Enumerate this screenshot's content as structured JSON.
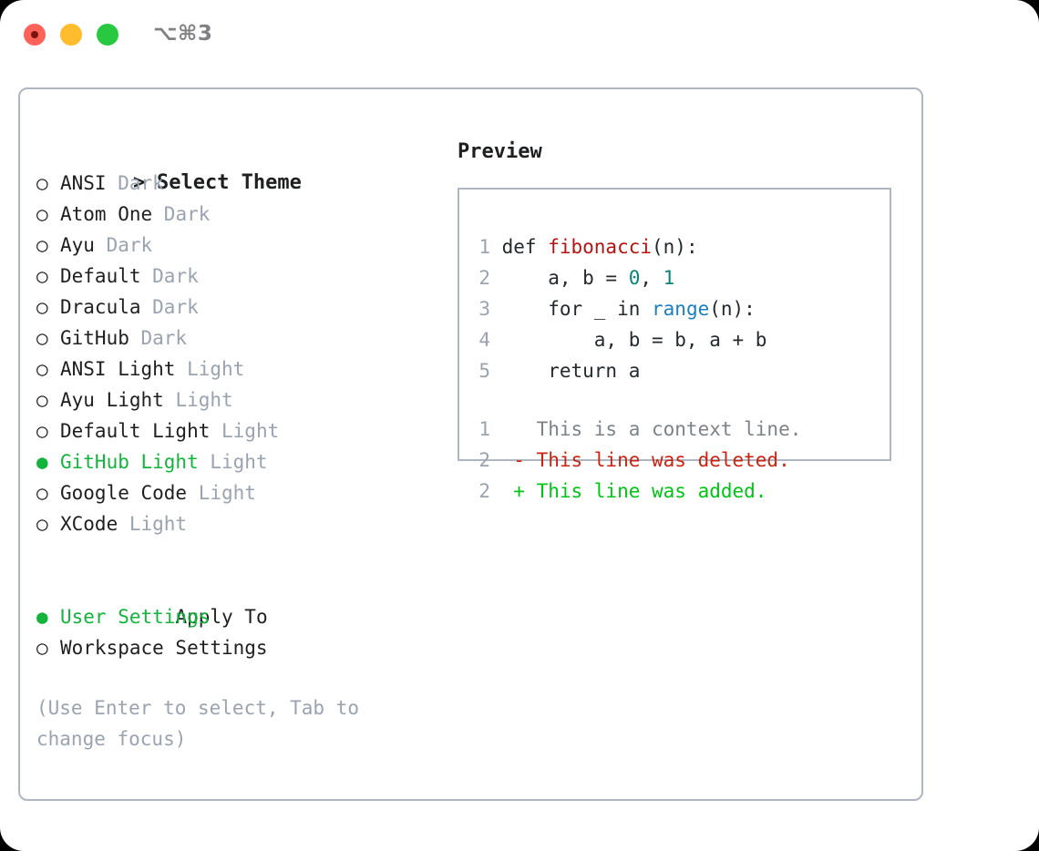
{
  "window": {
    "title_shortcut": "⌥⌘3",
    "traffic_lights": [
      "close-dot",
      "minimize-dot",
      "maximize-dot"
    ]
  },
  "colors": {
    "panel_border": "#aeb6c2",
    "accent_green": "#13b43c",
    "muted_tag": "#9aa3b0",
    "text": "#1d1f21",
    "diff_add": "#00c415",
    "diff_del": "#cc2211",
    "diff_ctx": "#7d8288",
    "syntax_function": "#b31412",
    "syntax_number": "#0b8476",
    "syntax_call": "#1a7fc1",
    "line_number": "#9aa3b0"
  },
  "left": {
    "header": {
      "marker": ">",
      "label": "Select Theme"
    },
    "themes": [
      {
        "marker": "○",
        "name": "ANSI",
        "tag": "Dark",
        "selected": false
      },
      {
        "marker": "○",
        "name": "Atom One",
        "tag": "Dark",
        "selected": false
      },
      {
        "marker": "○",
        "name": "Ayu",
        "tag": "Dark",
        "selected": false
      },
      {
        "marker": "○",
        "name": "Default",
        "tag": "Dark",
        "selected": false
      },
      {
        "marker": "○",
        "name": "Dracula",
        "tag": "Dark",
        "selected": false
      },
      {
        "marker": "○",
        "name": "GitHub",
        "tag": "Dark",
        "selected": false
      },
      {
        "marker": "○",
        "name": "ANSI Light",
        "tag": "Light",
        "selected": false
      },
      {
        "marker": "○",
        "name": "Ayu Light",
        "tag": "Light",
        "selected": false
      },
      {
        "marker": "○",
        "name": "Default Light",
        "tag": "Light",
        "selected": false
      },
      {
        "marker": "●",
        "name": "GitHub Light",
        "tag": "Light",
        "selected": true
      },
      {
        "marker": "○",
        "name": "Google Code",
        "tag": "Light",
        "selected": false
      },
      {
        "marker": "○",
        "name": "XCode",
        "tag": "Light",
        "selected": false
      }
    ],
    "apply_to": {
      "header": "Apply To",
      "options": [
        {
          "marker": "●",
          "label": "User Settings",
          "selected": true
        },
        {
          "marker": "○",
          "label": "Workspace Settings",
          "selected": false
        }
      ]
    },
    "hint": "(Use Enter to select, Tab to change focus)"
  },
  "right": {
    "preview_title": "Preview",
    "code": {
      "lines": [
        {
          "no": "1",
          "parts": [
            {
              "t": " def ",
              "c": "plain"
            },
            {
              "t": "fibonacci",
              "c": "fn"
            },
            {
              "t": "(n):",
              "c": "plain"
            }
          ]
        },
        {
          "no": "2",
          "parts": [
            {
              "t": "     a, b = ",
              "c": "plain"
            },
            {
              "t": "0",
              "c": "num"
            },
            {
              "t": ", ",
              "c": "plain"
            },
            {
              "t": "1",
              "c": "num"
            }
          ]
        },
        {
          "no": "3",
          "parts": [
            {
              "t": "     for _ in ",
              "c": "plain"
            },
            {
              "t": "range",
              "c": "call"
            },
            {
              "t": "(n):",
              "c": "plain"
            }
          ]
        },
        {
          "no": "4",
          "parts": [
            {
              "t": "         a, b = b, a + b",
              "c": "plain"
            }
          ]
        },
        {
          "no": "5",
          "parts": [
            {
              "t": "     return a",
              "c": "plain"
            }
          ]
        }
      ]
    },
    "diff": {
      "lines": [
        {
          "no": "1",
          "sign": " ",
          "text": "This is a context line.",
          "kind": "context"
        },
        {
          "no": "2",
          "sign": "-",
          "text": "This line was deleted.",
          "kind": "deleted"
        },
        {
          "no": "2",
          "sign": "+",
          "text": "This line was added.",
          "kind": "added"
        }
      ]
    }
  }
}
